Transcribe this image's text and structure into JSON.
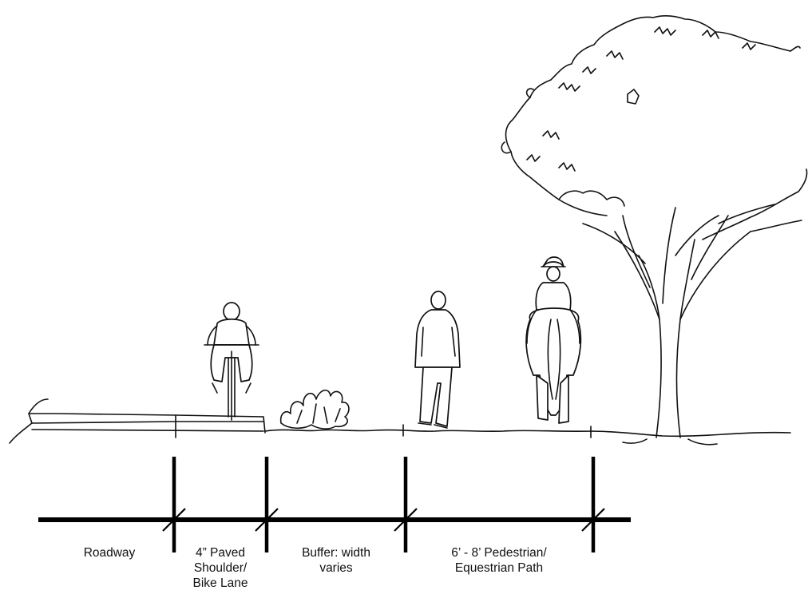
{
  "zones": [
    {
      "id": "roadway",
      "lines": [
        "Roadway"
      ]
    },
    {
      "id": "bike-lane",
      "lines": [
        "4” Paved",
        "Shoulder/",
        "Bike Lane"
      ]
    },
    {
      "id": "buffer",
      "lines": [
        "Buffer: width",
        "varies"
      ]
    },
    {
      "id": "path",
      "lines": [
        "6’ - 8’ Pedestrian/",
        "Equestrian Path"
      ]
    }
  ]
}
